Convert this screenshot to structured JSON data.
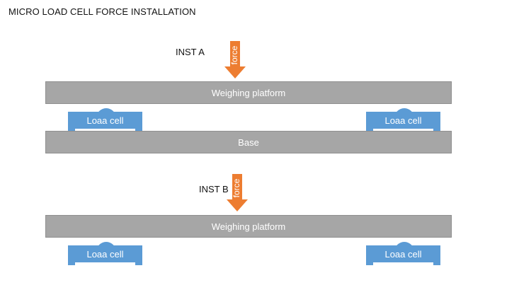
{
  "title": "MICRO LOAD CELL FORCE INSTALLATION",
  "colors": {
    "platform": "#a6a6a6",
    "load_cell": "#5b9bd5",
    "force_arrow": "#ed7d31",
    "text": "#111111"
  },
  "inst_a": {
    "label": "INST A",
    "force_label": "force",
    "platform_label": "Weighing platform",
    "base_label": "Base",
    "left_cell_label": "Loaa cell",
    "right_cell_label": "Loaa cell"
  },
  "inst_b": {
    "label": "INST B",
    "force_label": "force",
    "platform_label": "Weighing platform",
    "left_cell_label": "Loaa cell",
    "right_cell_label": "Loaa cell"
  }
}
